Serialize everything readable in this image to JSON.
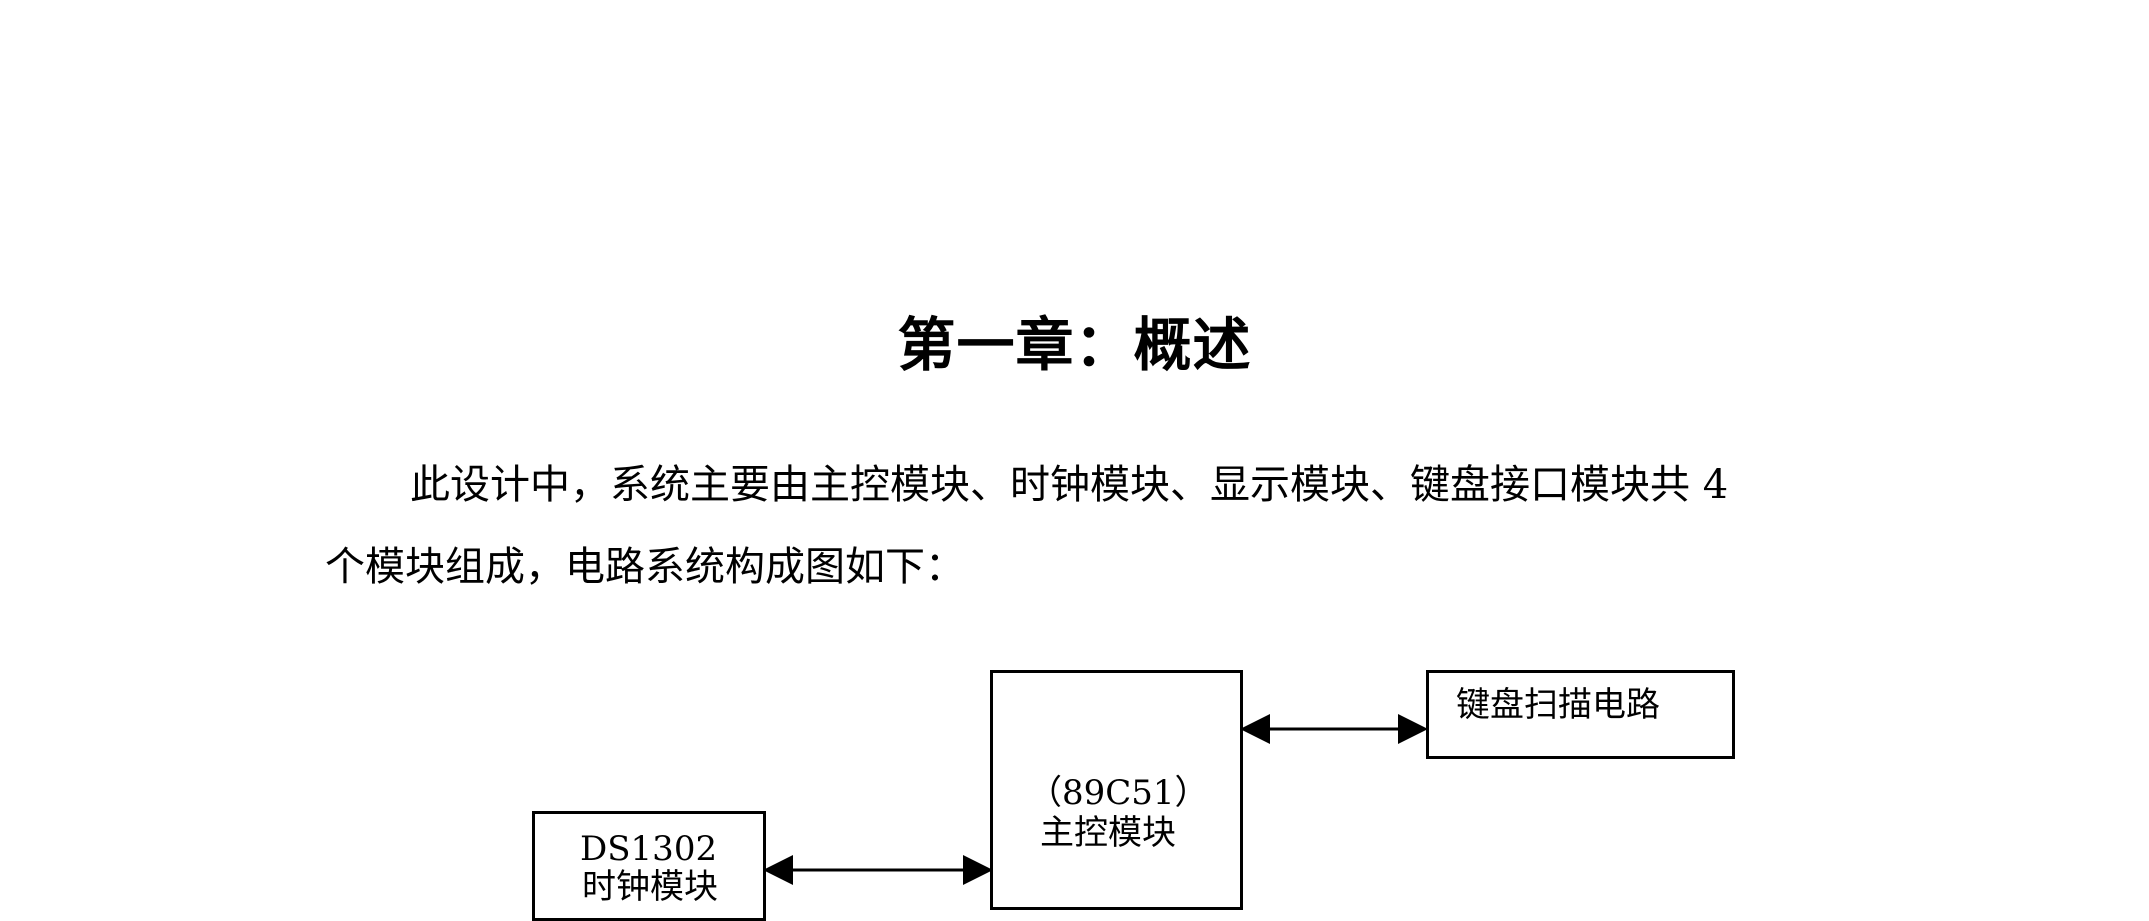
{
  "document": {
    "chapter_title": "第一章：概述",
    "paragraph": {
      "line1": "此设计中，系统主要由主控模块、时钟模块、显示模块、键盘接口模块共 4",
      "line2": "个模块组成，电路系统构成图如下："
    }
  },
  "diagram": {
    "main_controller": {
      "line1": "（89C51）",
      "line2": "主控模块"
    },
    "keyboard": {
      "label": "键盘扫描电路"
    },
    "clock": {
      "line1": "DS1302",
      "line2": "时钟模块"
    }
  }
}
